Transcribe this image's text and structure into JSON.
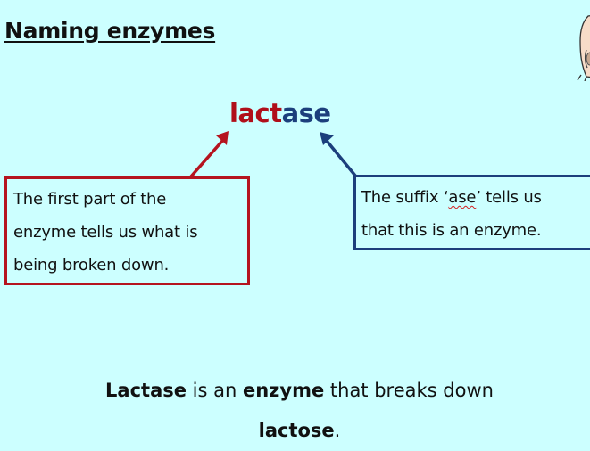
{
  "slide": {
    "title": "Naming enzymes",
    "word": {
      "prefix": "lact",
      "suffix": "ase",
      "prefix_color": "#b00f1a",
      "suffix_color": "#1c3f7c"
    },
    "left_box": {
      "lines": [
        "The first part of the",
        "enzyme tells us what is",
        "being broken down."
      ],
      "border_color": "#b5141f"
    },
    "right_box": {
      "line1_before": "The suffix ‘",
      "line1_highlight": "ase",
      "line1_after": "’ tells us",
      "line2": "that this is an enzyme.",
      "border_color": "#1c3f7c"
    },
    "summary": {
      "term1": "Lactase",
      "text1": " is an ",
      "term2": "enzyme",
      "text2": " that breaks down",
      "term3": "lactose",
      "text3": "."
    },
    "decoration": "cartoon-character-icon",
    "background_color": "#ccffff"
  }
}
